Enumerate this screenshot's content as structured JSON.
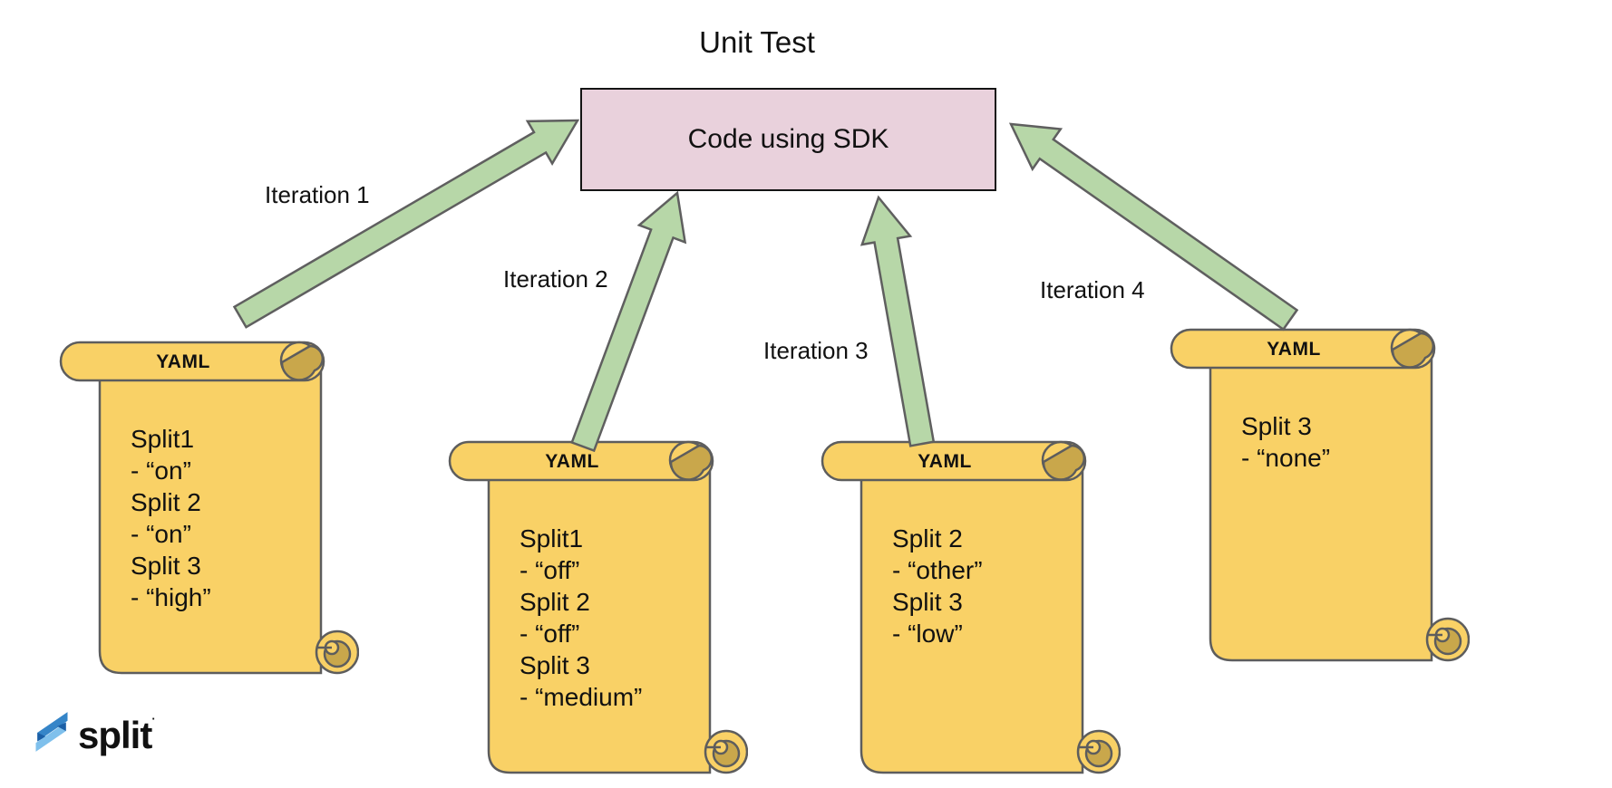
{
  "title": "Unit Test",
  "sdk_box": {
    "label": "Code using SDK"
  },
  "arrows": [
    {
      "label": "Iteration 1"
    },
    {
      "label": "Iteration 2"
    },
    {
      "label": "Iteration 3"
    },
    {
      "label": "Iteration 4"
    }
  ],
  "scrolls": [
    {
      "header": "YAML",
      "lines": [
        "Split1",
        " - “on”",
        "Split 2",
        "- “on”",
        "Split 3",
        "- “high”"
      ]
    },
    {
      "header": "YAML",
      "lines": [
        "Split1",
        " - “off”",
        "Split 2",
        "- “off”",
        "Split 3",
        "- “medium”"
      ]
    },
    {
      "header": "YAML",
      "lines": [
        "Split 2",
        "- “other”",
        "Split 3",
        "- “low”"
      ]
    },
    {
      "header": "YAML",
      "lines": [
        "Split 3",
        "- “none”"
      ]
    }
  ],
  "logo": {
    "text": "split",
    "mark": "·"
  },
  "colors": {
    "scroll_fill": "#f9d166",
    "scroll_curl": "#c9a74b",
    "scroll_stroke": "#5d5d5d",
    "arrow_fill": "#b7d7a8",
    "arrow_stroke": "#5f5f5f",
    "box_fill": "#e9d1dc",
    "box_stroke": "#141414",
    "logo_blue_dark": "#1b5fa6",
    "logo_blue_mid": "#3585c8",
    "logo_blue_light": "#7fc0ec"
  }
}
